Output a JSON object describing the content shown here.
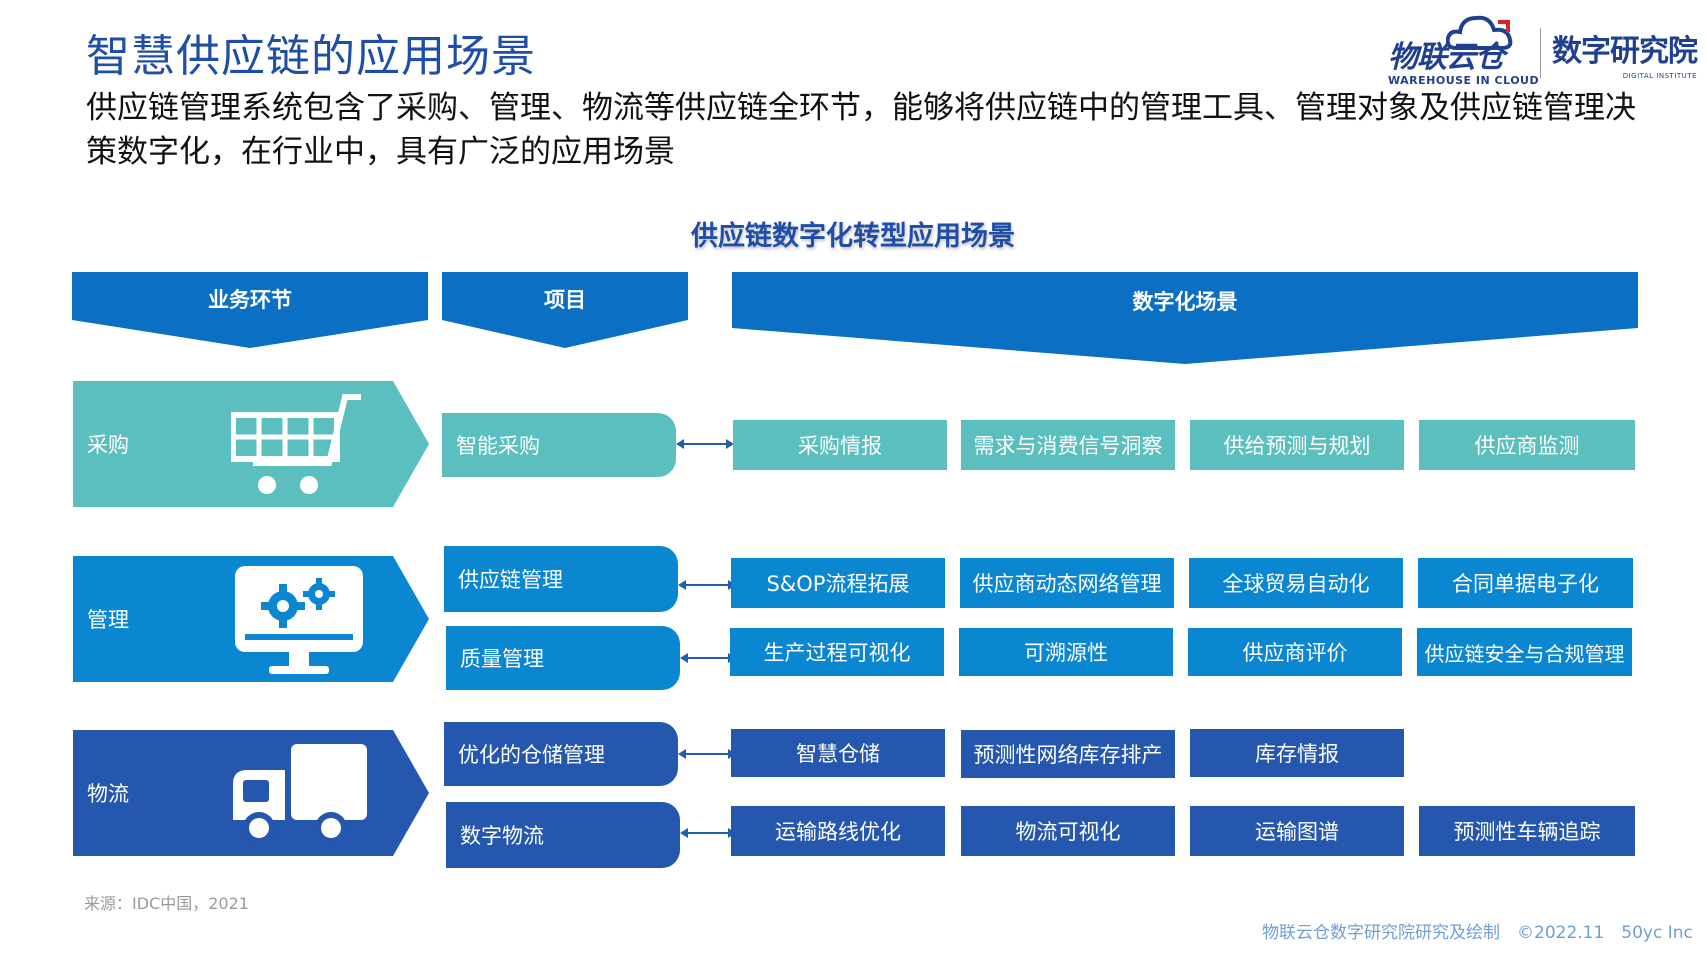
{
  "title": "智慧供应链的应用场景",
  "subtitle": "供应链管理系统包含了采购、管理、物流等供应链全环节，能够将供应链中的管理工具、管理对象及供应链管理决策数字化，在行业中，具有广泛的应用场景",
  "logos": {
    "brand_cn": "物联云仓",
    "brand_en": "WAREHOUSE IN CLOUD",
    "institute_cn": "数字研究院",
    "institute_en": "DIGITAL INSTITUTE"
  },
  "diagram_title": "供应链数字化转型应用场景",
  "headers": {
    "stage": "业务环节",
    "item": "项目",
    "scene": "数字化场景"
  },
  "colors": {
    "teal": "#5bbfbf",
    "blue": "#0b86d1",
    "navy": "#2457ad",
    "header": "#0b6fc4"
  },
  "stages": [
    {
      "label": "采购",
      "icon": "shopping-cart-icon"
    },
    {
      "label": "管理",
      "icon": "monitor-gears-icon"
    },
    {
      "label": "物流",
      "icon": "truck-icon"
    }
  ],
  "items": [
    {
      "label": "智能采购",
      "scenes": [
        "采购情报",
        "需求与消费信号洞察",
        "供给预测与规划",
        "供应商监测"
      ]
    },
    {
      "label": "供应链管理",
      "scenes": [
        "S&OP流程拓展",
        "供应商动态网络管理",
        "全球贸易自动化",
        "合同单据电子化"
      ]
    },
    {
      "label": "质量管理",
      "scenes": [
        "生产过程可视化",
        "可溯源性",
        "供应商评价",
        "供应链安全与合规管理"
      ]
    },
    {
      "label": "优化的仓储管理",
      "scenes": [
        "智慧仓储",
        "预测性网络库存排产",
        "库存情报"
      ]
    },
    {
      "label": "数字物流",
      "scenes": [
        "运输路线优化",
        "物流可视化",
        "运输图谱",
        "预测性车辆追踪"
      ]
    }
  ],
  "source": "来源：IDC中国，2021",
  "credit": "物联云仓数字研究院研究及绘制　©2022.11　50yc Inc"
}
